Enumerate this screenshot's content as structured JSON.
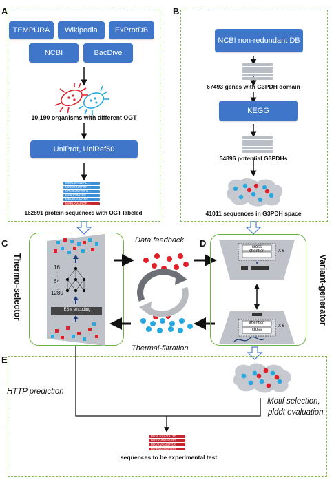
{
  "panels": {
    "a": {
      "letter": "A"
    },
    "b": {
      "letter": "B"
    },
    "c": {
      "letter": "C"
    },
    "d": {
      "letter": "D"
    },
    "e": {
      "letter": "E"
    }
  },
  "panel_a": {
    "sources_row1": [
      "TEMPURA",
      "Wikipedia",
      "ExProtDB"
    ],
    "sources_row2": [
      "NCBI",
      "BacDive"
    ],
    "organisms_caption": "10,190 organisms with different OGT",
    "uniprot_box": "UniProt, UniRef50",
    "sequences_caption": "162891 protein sequences with OGT labeled",
    "seq_bar_texts": [
      "MKNLEAIVEAL…",
      "MSKIGINGFGR…",
      "MTVKVGINGFG…",
      "MAIKIGINGFG…",
      "MRVKVAINGFG…",
      "MAKLKVAINGF…"
    ]
  },
  "panel_b": {
    "ncbi_box": "NCBI non-redundant  DB",
    "genes_caption": "67493 genes with G3PDH domain",
    "kegg_box": "KEGG",
    "potential_caption": "54896 potential G3PDHs",
    "space_caption": "41011 sequences in G3PDH space"
  },
  "panel_c": {
    "side_label": "Thermo-selector",
    "layer_labels": [
      "16",
      "64",
      "1280"
    ],
    "esm_label": "ESM encoding"
  },
  "center": {
    "data_feedback": "Data feedback",
    "thermal_filtration": "Thermal-filtration"
  },
  "panel_d": {
    "side_label": "Variant-generator",
    "top_block": [
      "cross",
      "attention",
      "self",
      "attention"
    ],
    "x6": "X 6",
    "bottom_block": [
      "self",
      "attention",
      "cross",
      "attention"
    ]
  },
  "panel_e": {
    "http_prediction": "HTTP prediction",
    "motif_selection": "Motif selection,",
    "plddt": "plddt evaluation",
    "final_caption": "sequences to be experimental test",
    "final_bar_texts": [
      "MKNLEAIVEALTG",
      "MSKIGINGFGRIG",
      "MKVKVAINGFGRI",
      "MTIKVGINGFGRI"
    ]
  },
  "colors": {
    "box_blue": "#3f76c9",
    "dash_green": "#7fbf4f",
    "dot_red": "#e0202a",
    "dot_blue": "#28a8e0",
    "seq_red": "#c8262e"
  }
}
